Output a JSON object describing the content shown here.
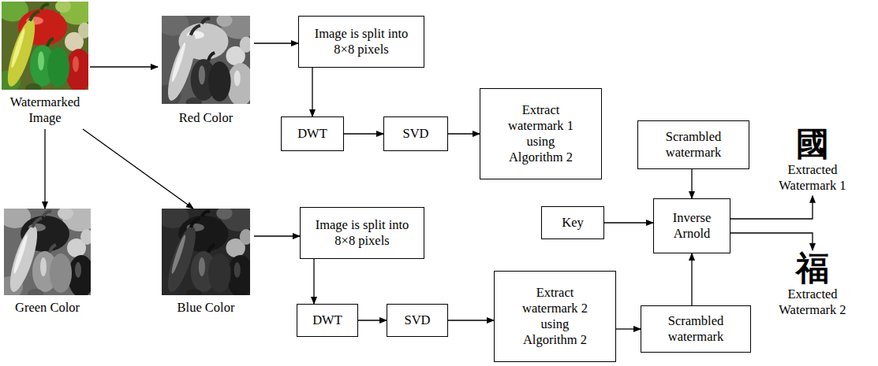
{
  "diagram": {
    "nodes": [
      {
        "text": [
          "Watermarked Image"
        ]
      },
      {
        "text": [
          "Red Color"
        ]
      },
      {
        "text": [
          "Image is split into 8×8 pixels"
        ]
      },
      {
        "text": [
          "DWT"
        ]
      },
      {
        "text": [
          "SVD"
        ]
      },
      {
        "text": [
          "Extract watermark 1 using Algorithm 2"
        ]
      },
      {
        "text": [
          "Scrambled watermark"
        ]
      },
      {
        "text": [
          "Key"
        ]
      },
      {
        "text": [
          "Inverse Arnold"
        ]
      },
      {
        "text": [
          "國",
          "Extracted Watermark 1"
        ]
      },
      {
        "text": [
          "福",
          "Extracted Watermark 2"
        ]
      },
      {
        "text": [
          "Green Color"
        ]
      },
      {
        "text": [
          "Blue Color"
        ]
      },
      {
        "text": [
          "Image is split into 8×8 pixels"
        ]
      },
      {
        "text": [
          "DWT"
        ]
      },
      {
        "text": [
          "SVD"
        ]
      },
      {
        "text": [
          "Extract watermark 2 using Algorithm 2"
        ]
      },
      {
        "text": [
          "Scrambled watermark"
        ]
      }
    ],
    "edges": [
      {
        "from": 0,
        "to": 1,
        "arrow": "to"
      },
      {
        "from": 0,
        "to": 11,
        "arrow": "to"
      },
      {
        "from": 0,
        "to": 12,
        "arrow": "to"
      },
      {
        "from": 1,
        "to": 2,
        "arrow": "to"
      },
      {
        "from": 2,
        "to": 3,
        "arrow": "to"
      },
      {
        "from": 3,
        "to": 4,
        "arrow": "to"
      },
      {
        "from": 4,
        "to": 5,
        "arrow": "to"
      },
      {
        "from": 12,
        "to": 13,
        "arrow": "to"
      },
      {
        "from": 13,
        "to": 14,
        "arrow": "to"
      },
      {
        "from": 14,
        "to": 15,
        "arrow": "to"
      },
      {
        "from": 15,
        "to": 16,
        "arrow": "to"
      },
      {
        "from": 16,
        "to": 17,
        "arrow": "to"
      },
      {
        "from": 17,
        "to": 8,
        "arrow": "to"
      },
      {
        "from": 6,
        "to": 8,
        "arrow": "to"
      },
      {
        "from": 7,
        "to": 8,
        "arrow": "to"
      },
      {
        "from": 8,
        "to": 9,
        "arrow": "to"
      },
      {
        "from": 8,
        "to": 10,
        "arrow": "to"
      }
    ]
  }
}
